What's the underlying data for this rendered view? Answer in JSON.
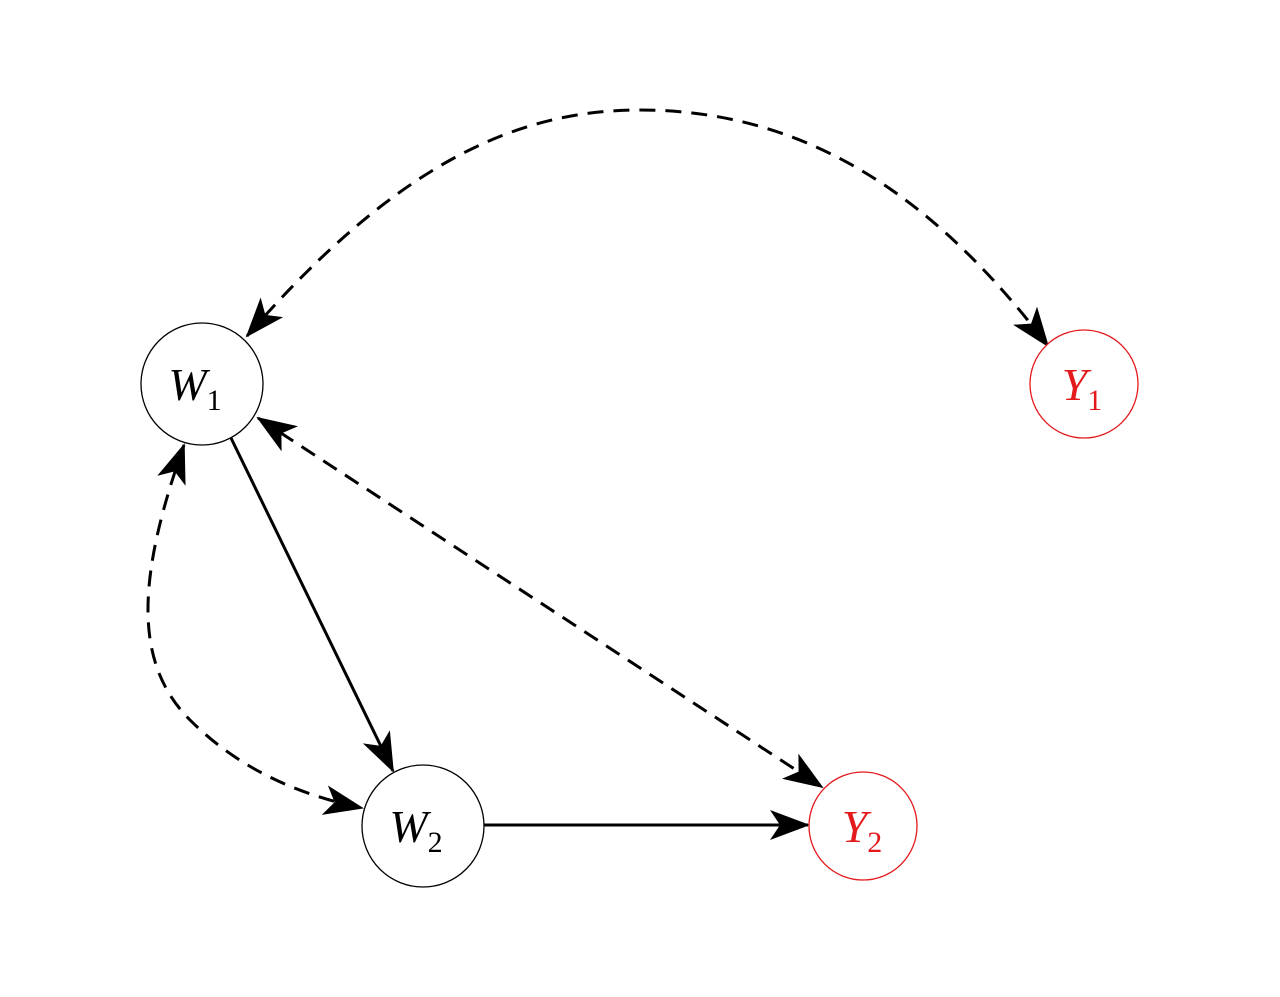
{
  "nodes": [
    {
      "id": "w1",
      "letter": "W",
      "subscript": "1",
      "color": "#000000"
    },
    {
      "id": "w2",
      "letter": "W",
      "subscript": "2",
      "color": "#000000"
    },
    {
      "id": "y1",
      "letter": "Y",
      "subscript": "1",
      "color": "#e3191c"
    },
    {
      "id": "y2",
      "letter": "Y",
      "subscript": "2",
      "color": "#e3191c"
    }
  ],
  "edges": [
    {
      "from": "w1",
      "to": "w2",
      "style": "solid",
      "direction": "forward"
    },
    {
      "from": "w2",
      "to": "y2",
      "style": "solid",
      "direction": "forward"
    },
    {
      "from": "w1",
      "to": "y1",
      "style": "dashed",
      "direction": "both"
    },
    {
      "from": "w1",
      "to": "y2",
      "style": "dashed",
      "direction": "both"
    },
    {
      "from": "w1",
      "to": "w2",
      "style": "dashed",
      "direction": "both"
    }
  ]
}
